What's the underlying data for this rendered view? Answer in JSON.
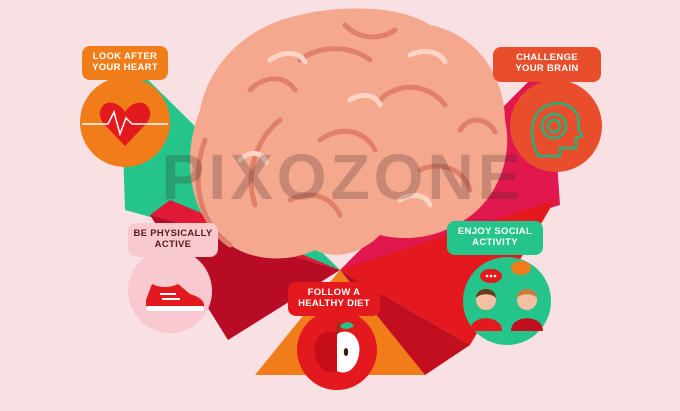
{
  "labels": {
    "heart": "LOOK AFTER\nYOUR HEART",
    "brain": "CHALLENGE\nYOUR BRAIN",
    "active": "BE PHYSICALLY\nACTIVE",
    "social": "ENJOY SOCIAL\nACTIVITY",
    "diet": "FOLLOW A\nHEALTHY DIET"
  },
  "watermark": "PIXOZONE",
  "colors": {
    "background": "#f9e0e3",
    "green": "#25c48a",
    "magenta": "#e0184e",
    "dark_red": "#b80b25",
    "red": "#e3191e",
    "orange": "#f07d1a",
    "brain": "#f4a88e"
  },
  "icons": [
    "heart-icon",
    "brain-maze-icon",
    "sneaker-icon",
    "apple-icon",
    "people-chat-icon"
  ]
}
